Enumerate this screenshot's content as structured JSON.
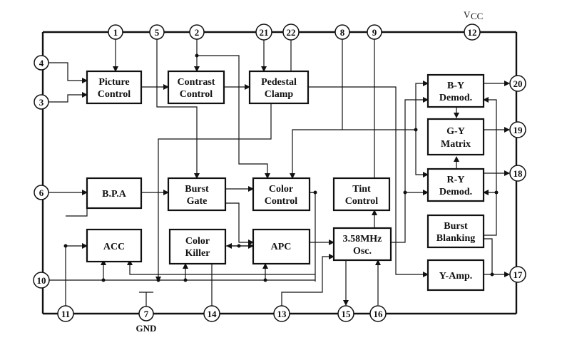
{
  "blocks": {
    "picture_control": [
      "Picture",
      "Control"
    ],
    "contrast_control": [
      "Contrast",
      "Control"
    ],
    "pedestal_clamp": [
      "Pedestal",
      "Clamp"
    ],
    "bpa": [
      "B.P.A"
    ],
    "burst_gate": [
      "Burst",
      "Gate"
    ],
    "color_control": [
      "Color",
      "Control"
    ],
    "tint_control": [
      "Tint",
      "Control"
    ],
    "acc": [
      "ACC"
    ],
    "color_killer": [
      "Color",
      "Killer"
    ],
    "apc": [
      "APC"
    ],
    "osc": [
      "3.58MHz",
      "Osc."
    ],
    "by_demod": [
      "B-Y",
      "Demod."
    ],
    "gy_matrix": [
      "G-Y",
      "Matrix"
    ],
    "ry_demod": [
      "R-Y",
      "Demod."
    ],
    "burst_blanking": [
      "Burst",
      "Blanking"
    ],
    "y_amp": [
      "Y-Amp."
    ]
  },
  "pins": {
    "p1": "1",
    "p2": "2",
    "p3": "3",
    "p4": "4",
    "p5": "5",
    "p6": "6",
    "p7": "7",
    "p8": "8",
    "p9": "9",
    "p10": "10",
    "p11": "11",
    "p12": "12",
    "p13": "13",
    "p14": "14",
    "p15": "15",
    "p16": "16",
    "p17": "17",
    "p18": "18",
    "p19": "19",
    "p20": "20",
    "p21": "21",
    "p22": "22"
  },
  "labels": {
    "vcc_main": "V",
    "vcc_sub": "CC",
    "gnd": "GND"
  }
}
